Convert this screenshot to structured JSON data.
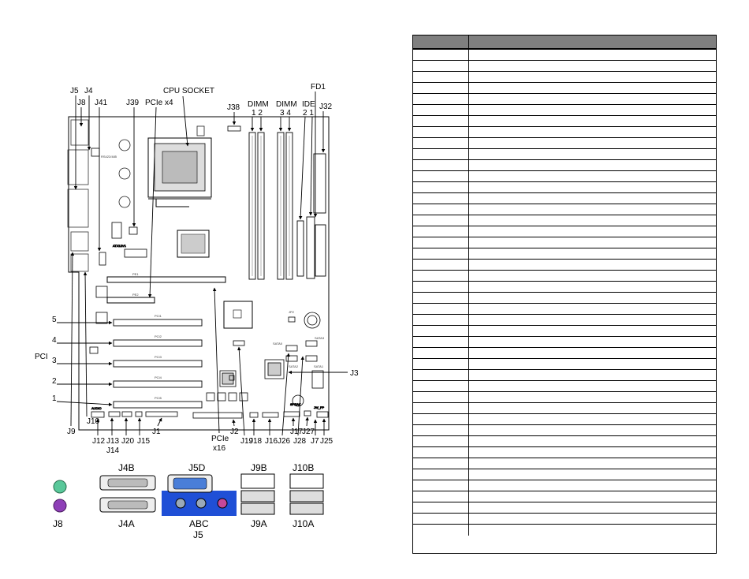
{
  "top_labels": {
    "j5": "J5",
    "j4": "J4",
    "j8": "J8",
    "j41": "J41",
    "j39": "J39",
    "pcie_x4": "PCIe x4",
    "cpu_socket": "CPU SOCKET",
    "j38": "J38",
    "dimm_a": "DIMM",
    "dimm_a_nums": "1 2",
    "dimm_b": "DIMM",
    "dimm_b_nums": "3 4",
    "ide": "IDE",
    "ide_nums": "2 1",
    "fd1": "FD1",
    "j32": "J32"
  },
  "left_labels": {
    "pci": "PCI",
    "slot5": "5",
    "slot4": "4",
    "slot3": "3",
    "slot2": "2",
    "slot1": "1",
    "j3": "J3"
  },
  "bottom_labels": {
    "j9": "J9",
    "j10": "J10",
    "j12": "J12",
    "j13": "J13",
    "j14": "J14",
    "j20": "J20",
    "j15": "J15",
    "j1": "J1",
    "pcie_x16_a": "PCIe",
    "pcie_x16_b": "x16",
    "j2": "J2",
    "j19": "J19",
    "j18": "J18",
    "j16": "J16",
    "j26": "J26",
    "j17": "J17",
    "j28": "J28",
    "j27": "J27",
    "j7": "J7",
    "j25": "J25"
  },
  "io_labels": {
    "j4b": "J4B",
    "j5d": "J5D",
    "j9b": "J9B",
    "j10b": "J10B",
    "j8": "J8",
    "j4a": "J4A",
    "abc": "ABC",
    "j5": "J5",
    "j9a": "J9A",
    "j10a": "J10A"
  },
  "board_silk": {
    "rs": "RS422/485",
    "atx12": "ATX12V1",
    "pe1": "PE1",
    "pe2": "PE2",
    "pci1": "PCI1",
    "pci2": "PCI2",
    "pci3": "PCI3",
    "pci4": "PCI4",
    "pci5": "PCI5",
    "sata0": "SATA0",
    "sata1": "SATA1",
    "sata2": "SATA2",
    "sata3": "SATA3",
    "audio": "AUDIO",
    "speak": "SPEAK",
    "jp2": "JP2",
    "jw": "JW_FP"
  },
  "table": {
    "rows": 44
  },
  "colors": {
    "header": "#7f7f7f",
    "board_line": "#000000",
    "io_blue": "#1f4fd6",
    "mouse_green": "#59c89a",
    "kbd_purple": "#8e3fb7"
  }
}
